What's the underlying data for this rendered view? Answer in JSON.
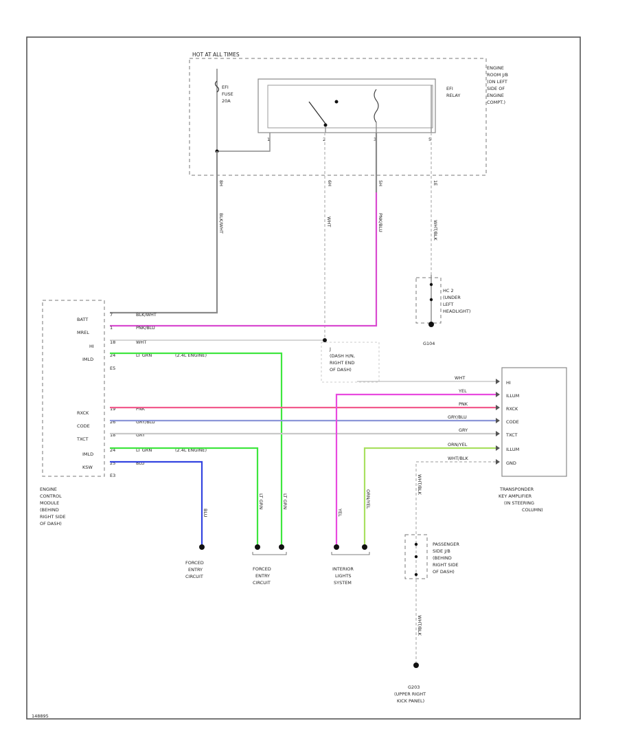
{
  "fuse_block": {
    "title": "HOT AT ALL TIMES",
    "location": [
      "ENGINE",
      "ROOM J/B",
      "(ON LEFT",
      "SIDE OF",
      "ENGINE",
      "COMPT.)"
    ],
    "fuse": [
      "EFI",
      "FUSE",
      "20A"
    ],
    "relay": [
      "EFI",
      "RELAY"
    ],
    "pins": [
      "1",
      "2",
      "3",
      "5"
    ],
    "connectors": [
      "8H",
      "6H",
      "5H",
      "1E"
    ]
  },
  "vertical_wires": {
    "batt_feed": "BLK/WHT",
    "hi_feed": "WHT",
    "mrel_feed": "PNK/BLU",
    "ground_feed": "WHT/BLK",
    "forced_entry_1": "BLU",
    "forced_entry_2a": "LT GRN",
    "forced_entry_2b": "LT GRN",
    "interior_1": "YEL",
    "interior_2": "ORN/YEL",
    "passenger_ground_upper": "WHT/BLK",
    "passenger_ground_lower": "WHT/BLK"
  },
  "ecm": {
    "label": [
      "ENGINE",
      "CONTROL",
      "MODULE",
      "(BEHIND",
      "RIGHT SIDE",
      "OF DASH)"
    ],
    "connector_top": "E5",
    "connector_bottom": "E3",
    "pins": [
      {
        "name": "BATT",
        "pin": "7",
        "color": "BLK/WHT"
      },
      {
        "name": "MREL",
        "pin": "1",
        "color": "PNK/BLU"
      },
      {
        "name": "HI",
        "pin": "18",
        "color": "WHT"
      },
      {
        "name": "IMLD",
        "pin": "24",
        "color": "LT GRN",
        "note": "(2.4L ENGINE)"
      },
      {
        "name": "RXCK",
        "pin": "19",
        "color": "PNK"
      },
      {
        "name": "CODE",
        "pin": "26",
        "color": "GRY/BLU"
      },
      {
        "name": "TXCT",
        "pin": "18",
        "color": "GRY"
      },
      {
        "name": "IMLD",
        "pin": "24",
        "color": "LT GRN",
        "note": "(2.4L ENGINE)"
      },
      {
        "name": "KSW",
        "pin": "25",
        "color": "BLU"
      }
    ]
  },
  "splice": {
    "label": [
      "J",
      "(DASH H/N,",
      "RIGHT END",
      "OF DASH)"
    ]
  },
  "headlight": {
    "connector": "HC 2",
    "label": [
      "(UNDER",
      "LEFT",
      "HEADLIGHT)"
    ],
    "ground": "G104"
  },
  "transponder": {
    "label": [
      "TRANSPONDER",
      "KEY AMPLIFIER",
      "(IN STEERING",
      "COLUMN)"
    ],
    "pins": [
      {
        "name": "HI",
        "color": "WHT"
      },
      {
        "name": "ILLUM",
        "color": "YEL"
      },
      {
        "name": "RXCK",
        "color": "PNK"
      },
      {
        "name": "CODE",
        "color": "GRY/BLU"
      },
      {
        "name": "TXCT",
        "color": "GRY"
      },
      {
        "name": "ILLUM",
        "color": "ORN/YEL"
      },
      {
        "name": "GND",
        "color": "WHT/BLK"
      }
    ]
  },
  "destinations": {
    "forced_entry_1": [
      "FORCED",
      "ENTRY",
      "CIRCUIT"
    ],
    "forced_entry_2": [
      "FORCED",
      "ENTRY",
      "CIRCUIT"
    ],
    "interior_lights": [
      "INTERIOR",
      "LIGHTS",
      "SYSTEM"
    ]
  },
  "passenger_jb": {
    "label": [
      "PASSENGER",
      "SIDE J/B",
      "(BEHIND",
      "RIGHT SIDE",
      "OF DASH)"
    ]
  },
  "ground_g": {
    "name": "G203",
    "label": [
      "(UPPER RIGHT",
      "KICK PANEL)"
    ]
  },
  "footer": "148895",
  "colors": {
    "wire_gray": "#8a8a8a",
    "wire_pink": "#d94ad0",
    "wire_red": "#f25a8c",
    "wire_green": "#3ee63e",
    "wire_blue": "#3344e0",
    "wire_yelgreen": "#a8e060",
    "wire_bluegray": "#8c96d8",
    "wire_lightgray": "#c8c8c8",
    "wire_magenta": "#e84adf"
  }
}
